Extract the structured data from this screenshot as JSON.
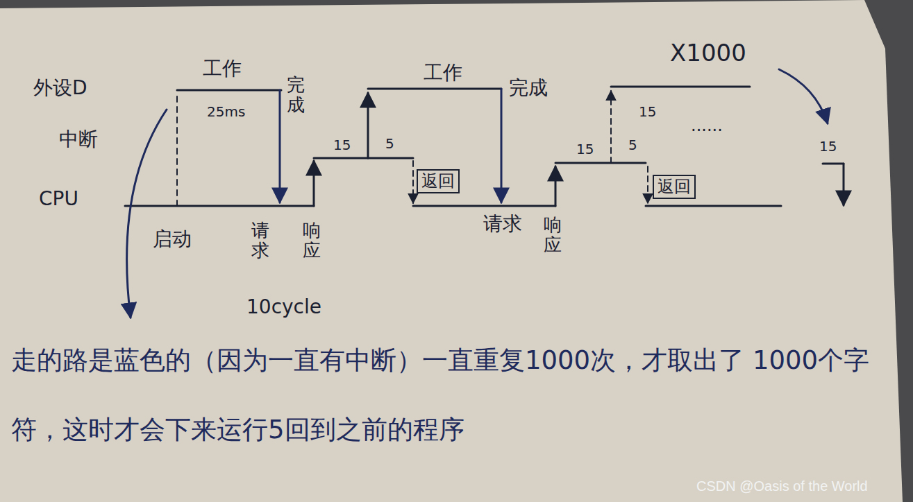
{
  "diagram": {
    "nodes": [
      {
        "text": [
          "返回"
        ]
      },
      {
        "text": [
          "返回"
        ]
      }
    ],
    "labels": [
      "外设D",
      "中断",
      "CPU",
      "工作",
      "25ms",
      "完成",
      "15",
      "5",
      "工作",
      "完成",
      "X1000",
      "15",
      "5",
      "15",
      "......",
      "15",
      "启动",
      "请求",
      "响应",
      "10cycle",
      "请求",
      "响应",
      "走的路是蓝色的（因为一直有中断）一直重复1000次，才取出了 1000个字符，这时才会下来运行5回到之前的程序",
      "CSDN @Oasis of the World"
    ]
  }
}
